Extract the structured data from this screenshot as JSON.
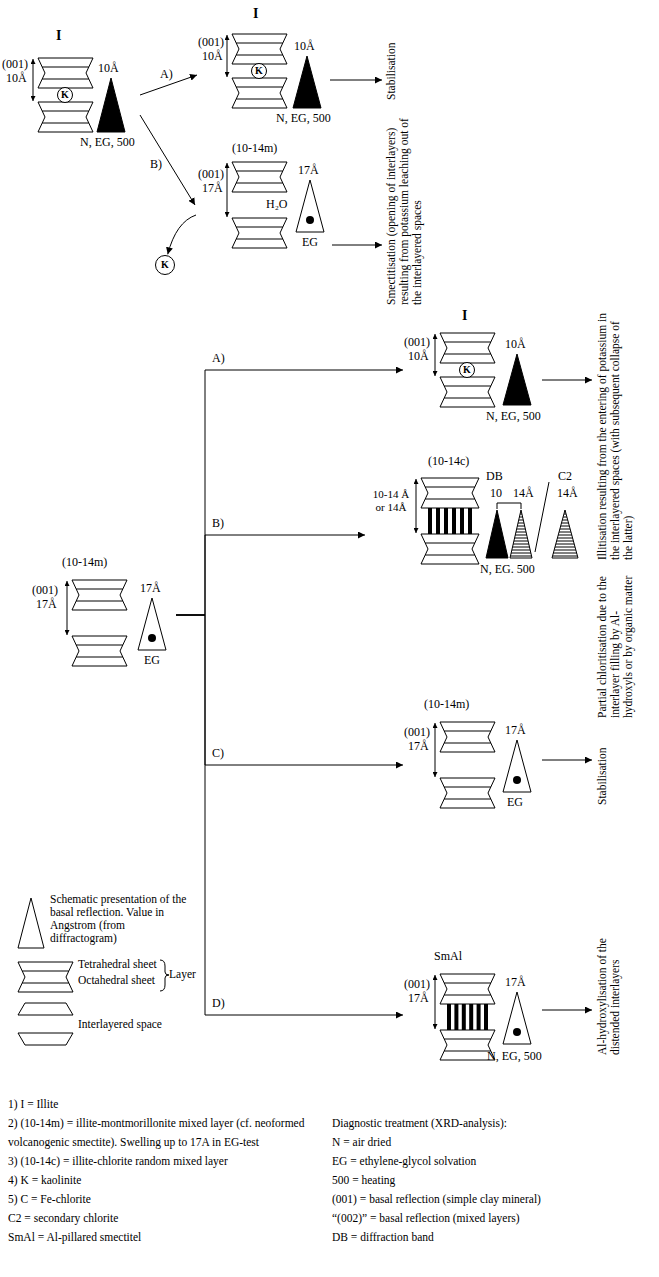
{
  "diagram": {
    "nodes": [
      {
        "text": [
          "I",
          "(001)",
          "10Å",
          "10Å",
          "N, EG, 500"
        ]
      },
      {
        "text": [
          "K"
        ],
        "in": 0
      },
      {
        "text": [
          "I",
          "(001)",
          "10Å",
          "10Å",
          "N, EG, 500"
        ]
      },
      {
        "text": [
          "K"
        ],
        "in": 2
      },
      {
        "text": [
          "(10-14m)",
          "(001)",
          "17Å",
          "H₂O",
          "17Å",
          "EG"
        ]
      },
      {
        "text": [
          "K"
        ]
      },
      {
        "text": [
          "(10-14m)",
          "(001)",
          "17Å",
          "17Å",
          "EG"
        ]
      },
      {
        "text": [
          "I",
          "(001)",
          "10Å",
          "10Å",
          "N, EG, 500"
        ]
      },
      {
        "text": [
          "K"
        ],
        "in": 7
      },
      {
        "text": [
          "(10-14c)",
          "10-14 Å or 14Å",
          "DB",
          "10",
          "14Å",
          "C2",
          "14Å",
          "N, EG. 500"
        ]
      },
      {
        "text": [
          "(10-14m)",
          "(001)",
          "17Å",
          "17Å",
          "EG"
        ]
      },
      {
        "text": [
          "SmAl",
          "(001)",
          "17Å",
          "17Å",
          "N, EG, 500"
        ]
      }
    ],
    "edges": [
      {
        "from": 0,
        "to": 2,
        "label": "A)",
        "arrow": "to"
      },
      {
        "from": 0,
        "to": 4,
        "label": "B)",
        "arrow": "to"
      },
      {
        "from": 4,
        "to": 5,
        "arrow": "to"
      },
      {
        "from": 6,
        "to": 7,
        "label": "A)",
        "arrow": "to"
      },
      {
        "from": 6,
        "to": 9,
        "label": "B)",
        "arrow": "to"
      },
      {
        "from": 6,
        "to": 10,
        "label": "C)",
        "arrow": "to"
      },
      {
        "from": 6,
        "to": 11,
        "label": "D)",
        "arrow": "to"
      }
    ],
    "labels": [
      "Stabilisation",
      "Smectitisation (opening of interlayers) resulting from potassium leaching out of the interlayered spaces",
      "Illitisation resulting from the entering of potassium in the interlayered spaces (with subsequent collapse of the latter)",
      "Partial chloritisation due to the interlayer filling by Al-hydroxyls or by organic matter",
      "Stabilisation",
      "Al-hydroxylisation of the distended interlayers",
      "Layer",
      "1) I = Illite",
      "2) (10-14m) = illite-montmorillonite mixed layer (cf. neoformed volcanogenic smectite). Swelling up to 17A in EG-test",
      "3) (10-14c) = illite-chlorite random mixed layer",
      "4) K = kaolinite",
      "5) C = Fe-chlorite",
      "C2 = secondary chlorite",
      "SmAl = Al-pillared smectitel",
      "Diagnostic treatment (XRD-analysis):",
      "N = air dried",
      "EG = ethylene-glycol solvation",
      "500 = heating",
      "(001) = basal reflection (simple clay mineral)",
      "“(002)” = basal reflection (mixed layers)",
      "DB = diffraction band"
    ],
    "legend": [
      {
        "text": "Schematic presentation of the basal reflection. Value in Angstrom (from diffractogram)"
      },
      {
        "text": "Tetrahedral sheet"
      },
      {
        "text": "Octahedral sheet"
      },
      {
        "text": "Interlayered space"
      }
    ]
  }
}
